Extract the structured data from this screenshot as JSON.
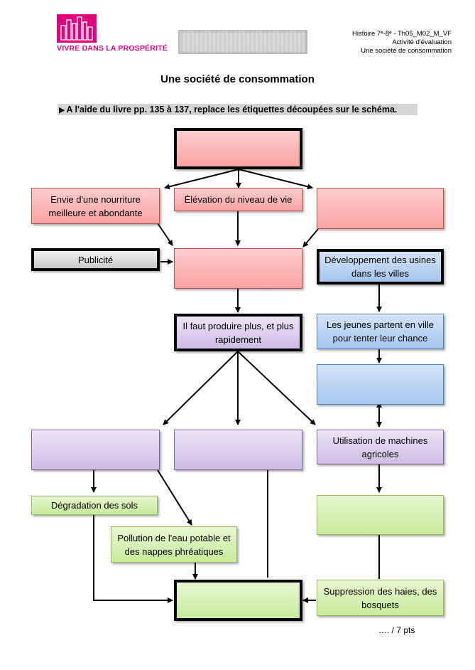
{
  "header": {
    "logo_text": "VIVRE DANS LA PROSPÉRITÉ",
    "ref_line1": "Histoire 7ᵉ-8ᵉ - Th05_M02_M_VF",
    "ref_line2": "Activité d'évaluation",
    "ref_line3": "Une société de consommation"
  },
  "title": "Une société de consommation",
  "instruction": "A l'aide du livre pp. 135 à 137, replace les étiquettes découpées sur le schéma.",
  "boxes": {
    "envie": "Envie d'une nourriture meilleure et abondante",
    "elevation": "Élévation du niveau de vie",
    "publicite": "Publicité",
    "developpement": "Développement des usines dans les villes",
    "produire": "Il faut produire plus, et plus rapidement",
    "jeunes": "Les jeunes partent en ville pour tenter leur chance",
    "machines": "Utilisation de machines agricoles",
    "degradation": "Dégradation des sols",
    "pollution": "Pollution de l'eau potable et des nappes phréatiques",
    "suppression": "Suppression des haies, des bosquets"
  },
  "score": "…. / 7 pts"
}
